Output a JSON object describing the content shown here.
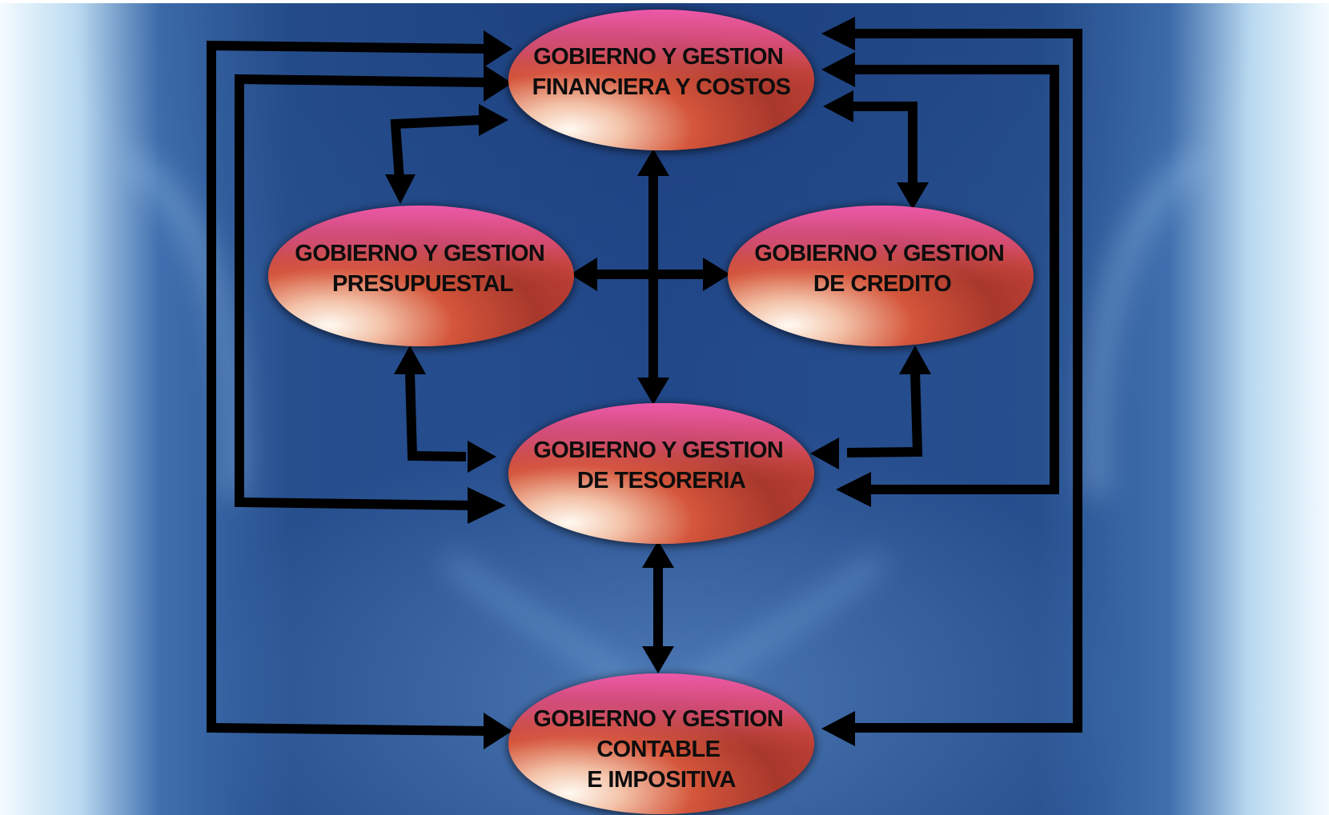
{
  "colors": {
    "background_deep": "#1f4380",
    "background_mid": "#2e5c9c",
    "background_glow": "#dff3ff",
    "node_pink": "#e8589c",
    "node_red": "#c93a2e",
    "node_highlight": "#fff6ee",
    "arrow": "#000000"
  },
  "nodes": [
    {
      "id": "financiera",
      "lines": [
        "GOBIERNO Y GESTION",
        "FINANCIERA Y COSTOS"
      ]
    },
    {
      "id": "presupuestal",
      "lines": [
        "GOBIERNO Y GESTION",
        "PRESUPUESTAL"
      ]
    },
    {
      "id": "credito",
      "lines": [
        "GOBIERNO Y GESTION",
        "DE CREDITO"
      ]
    },
    {
      "id": "tesoreria",
      "lines": [
        "GOBIERNO Y GESTION",
        "DE TESORERIA"
      ]
    },
    {
      "id": "contable",
      "lines": [
        "GOBIERNO Y GESTION",
        "CONTABLE",
        "E IMPOSITIVA"
      ]
    }
  ],
  "edges": [
    {
      "from": "financiera",
      "to": "tesoreria",
      "direction": "both"
    },
    {
      "from": "presupuestal",
      "to": "credito",
      "direction": "both"
    },
    {
      "from": "presupuestal",
      "to": "financiera",
      "direction": "both"
    },
    {
      "from": "credito",
      "to": "financiera",
      "direction": "both"
    },
    {
      "from": "presupuestal",
      "to": "tesoreria",
      "direction": "both"
    },
    {
      "from": "credito",
      "to": "tesoreria",
      "direction": "both"
    },
    {
      "from": "tesoreria",
      "to": "contable",
      "direction": "both"
    },
    {
      "from": "financiera",
      "to": "tesoreria",
      "direction": "both",
      "route": "left-loop"
    },
    {
      "from": "financiera",
      "to": "tesoreria",
      "direction": "both",
      "route": "right-loop"
    },
    {
      "from": "financiera",
      "to": "contable",
      "direction": "both",
      "route": "left-loop"
    },
    {
      "from": "financiera",
      "to": "contable",
      "direction": "both",
      "route": "right-loop"
    }
  ]
}
